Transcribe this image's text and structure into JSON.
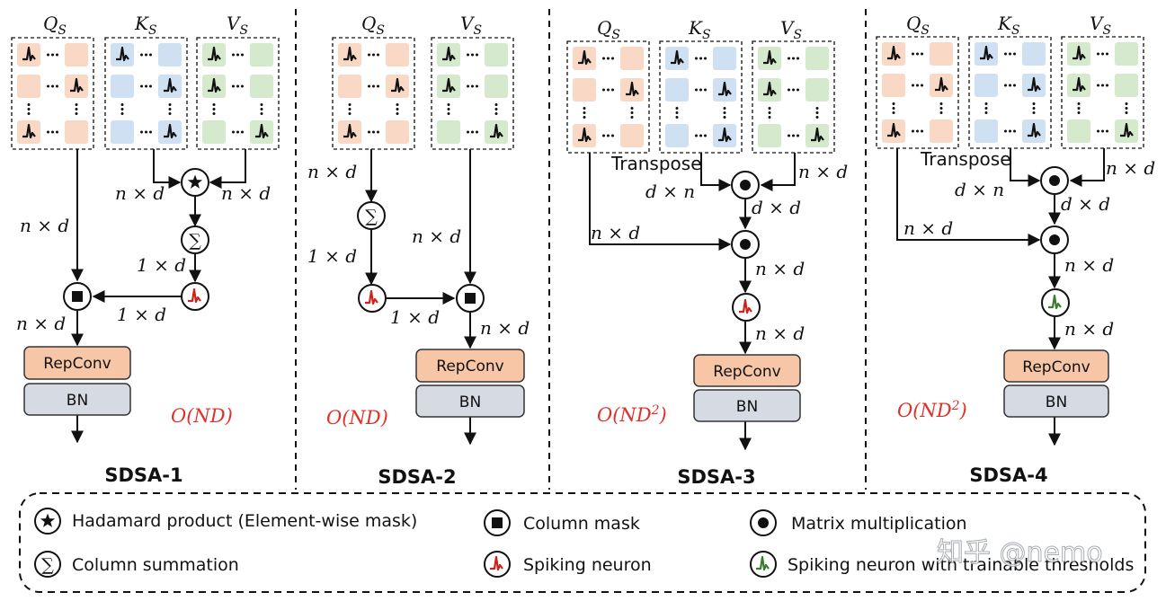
{
  "colors": {
    "q": "#f9d9c6",
    "k": "#cfe0f2",
    "v": "#d5e9cc",
    "spike_red": "#d0201c",
    "spike_green": "#3a7d2c",
    "repconv": "#f7c6a6",
    "bn": "#d6dae2",
    "complexity": "#e0302a"
  },
  "panels": [
    {
      "title": "SDSA-1",
      "complexity": "O(ND)",
      "matrices": [
        {
          "label": "Q",
          "sub": "S"
        },
        {
          "label": "K",
          "sub": "S"
        },
        {
          "label": "V",
          "sub": "S"
        }
      ],
      "edge_labels": [
        "n × d",
        "n × d",
        "n × d",
        "1 × d",
        "1 × d",
        "n × d"
      ],
      "blocks": {
        "repconv": "RepConv",
        "bn": "BN"
      }
    },
    {
      "title": "SDSA-2",
      "complexity": "O(ND)",
      "matrices": [
        {
          "label": "Q",
          "sub": "S"
        },
        {
          "label": "V",
          "sub": "S"
        }
      ],
      "edge_labels": [
        "n × d",
        "1 × d",
        "n × d",
        "1 × d",
        "n × d"
      ],
      "blocks": {
        "repconv": "RepConv",
        "bn": "BN"
      }
    },
    {
      "title": "SDSA-3",
      "complexity": "O(ND",
      "complexity_sup": "2",
      "complexity_end": ")",
      "matrices": [
        {
          "label": "Q",
          "sub": "S"
        },
        {
          "label": "K",
          "sub": "S"
        },
        {
          "label": "V",
          "sub": "S"
        }
      ],
      "transpose": "Transpose",
      "edge_labels": [
        "d × n",
        "n × d",
        "d × d",
        "n × d",
        "n × d",
        "n × d"
      ],
      "blocks": {
        "repconv": "RepConv",
        "bn": "BN"
      }
    },
    {
      "title": "SDSA-4",
      "complexity": "O(ND",
      "complexity_sup": "2",
      "complexity_end": ")",
      "matrices": [
        {
          "label": "Q",
          "sub": "S"
        },
        {
          "label": "K",
          "sub": "S"
        },
        {
          "label": "V",
          "sub": "S"
        }
      ],
      "transpose": "Transpose",
      "edge_labels": [
        "d × n",
        "n × d",
        "d × d",
        "n × d",
        "n × d",
        "n × d"
      ],
      "blocks": {
        "repconv": "RepConv",
        "bn": "BN"
      }
    }
  ],
  "legend": [
    {
      "icon": "star-icon",
      "text": "Hadamard product (Element-wise mask)"
    },
    {
      "icon": "square-icon",
      "text": "Column mask"
    },
    {
      "icon": "dot-icon",
      "text": "Matrix multiplication"
    },
    {
      "icon": "sigma-icon",
      "text": "Column summation"
    },
    {
      "icon": "spike-red-icon",
      "text": "Spiking neuron"
    },
    {
      "icon": "spike-green-icon",
      "text": "Spiking neuron with trainable thresholds"
    }
  ],
  "watermark": "知乎 @nemo"
}
